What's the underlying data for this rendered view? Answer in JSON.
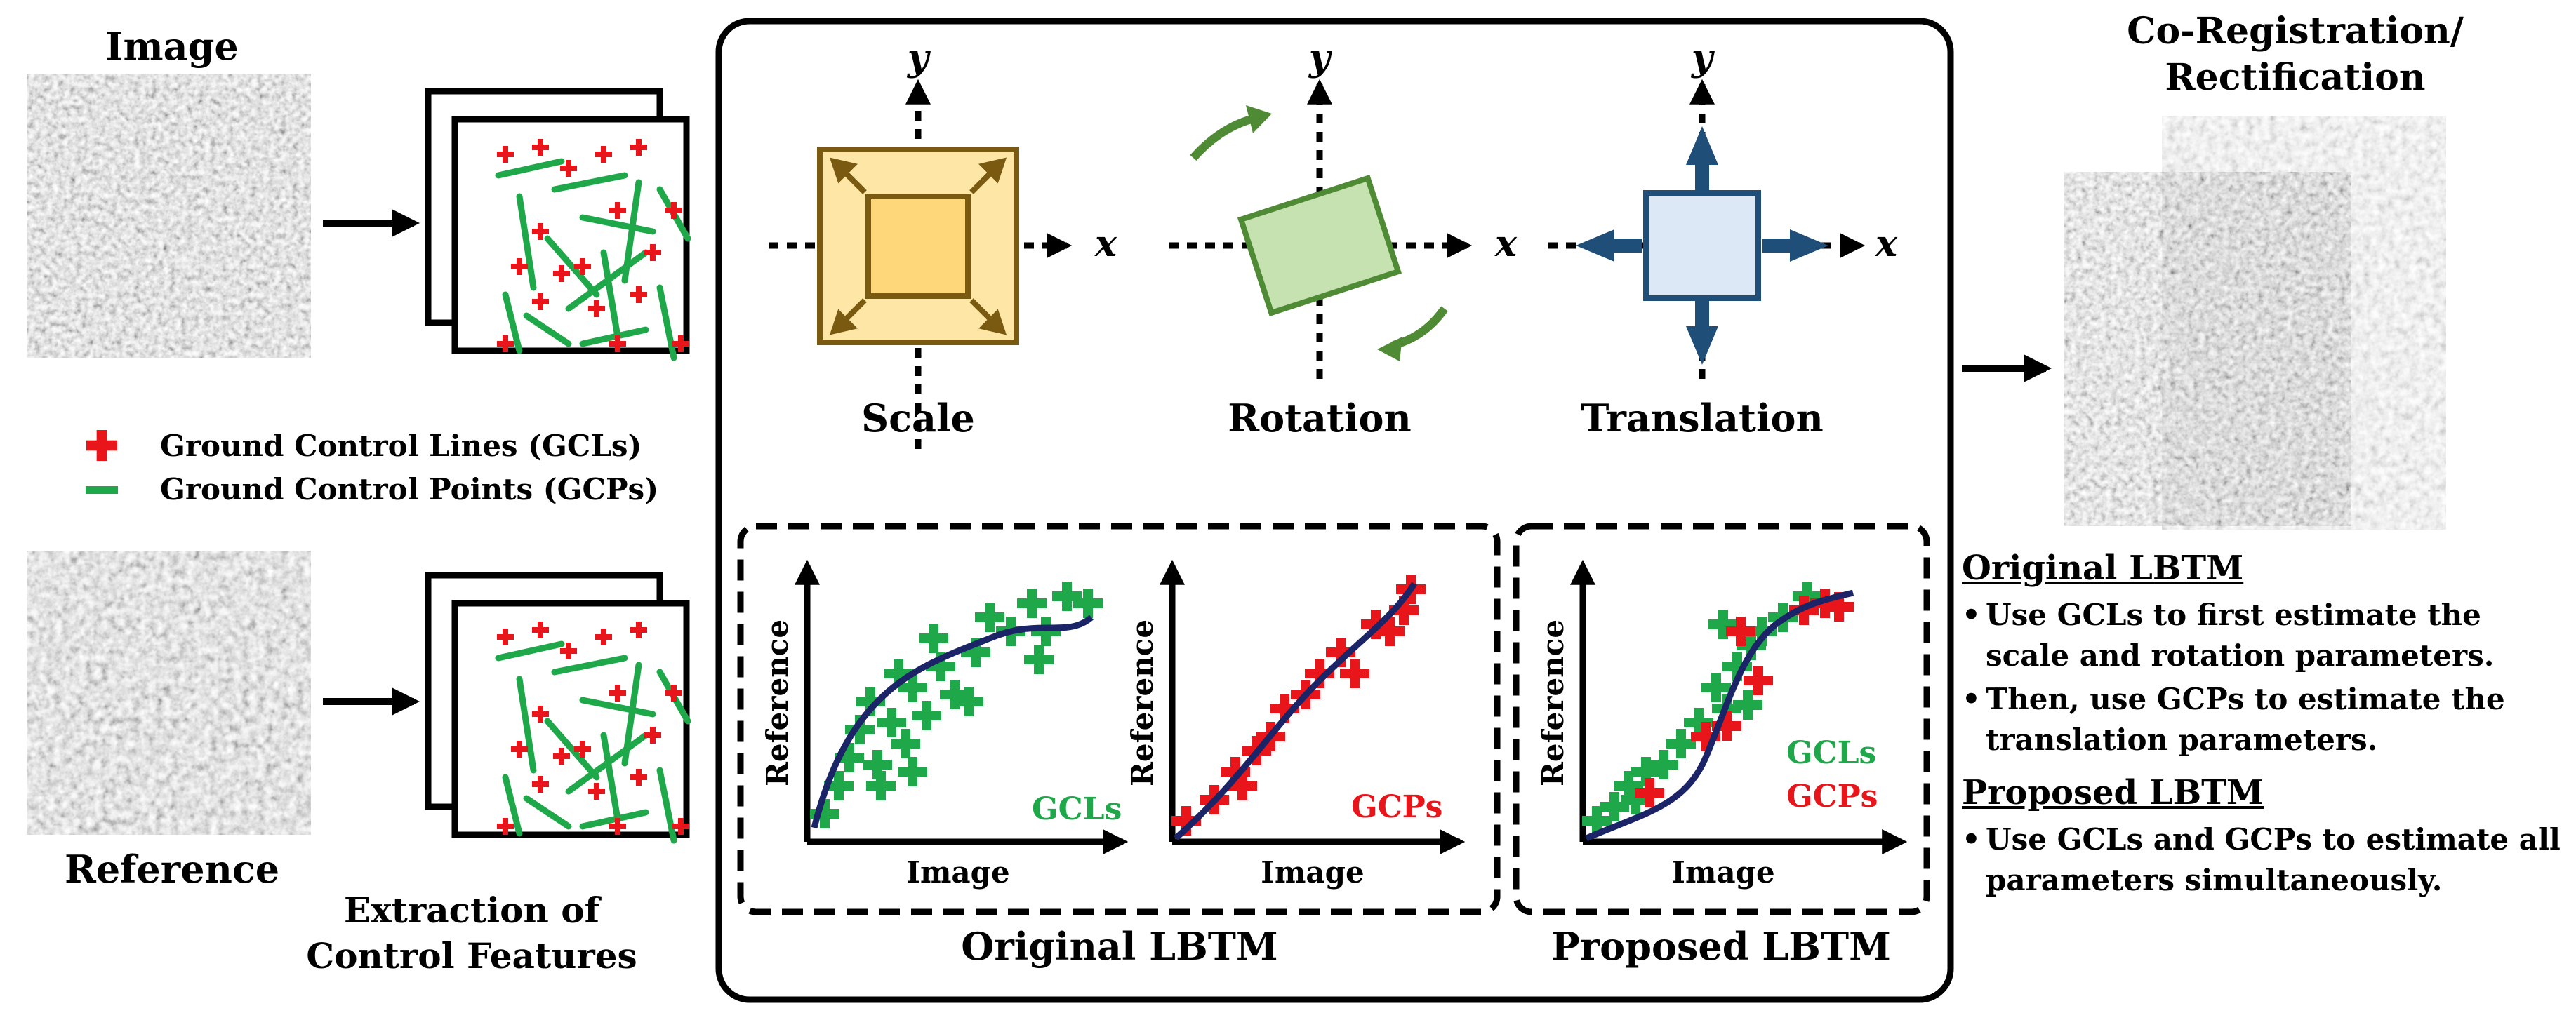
{
  "left": {
    "image_label": "Image",
    "reference_label": "Reference",
    "extraction_label_line1": "Extraction of",
    "extraction_label_line2": "Control Features"
  },
  "legend": {
    "item1": "Ground Control Lines (GCLs)",
    "item2": "Ground Control Points (GCPs)",
    "item1_color": "#e8151b",
    "item2_color": "#1ea84a"
  },
  "transforms": {
    "axis_x": "x",
    "axis_y": "y",
    "scale": "Scale",
    "rotation": "Rotation",
    "translation": "Translation"
  },
  "plots": {
    "axis_x_label": "Image",
    "axis_y_label": "Reference",
    "gcls": "GCLs",
    "gcps": "GCPs",
    "original_group": "Original LBTM",
    "proposed_group": "Proposed LBTM"
  },
  "output": {
    "title_line1": "Co-Registration/",
    "title_line2": "Rectification"
  },
  "notes": {
    "original_title": "Original LBTM",
    "original_items": [
      "Use GCLs to first estimate the scale and rotation parameters.",
      "Then, use GCPs to estimate the translation parameters."
    ],
    "proposed_title": "Proposed LBTM",
    "proposed_items": [
      "Use GCLs and GCPs to estimate all parameters simultaneously."
    ]
  },
  "colors": {
    "green": "#1ea84a",
    "red": "#e8151b",
    "navy": "#1a2466",
    "scale_fill": "#fde6a6",
    "scale_stroke": "#7a5a10",
    "rotation_fill": "#c5e2b0",
    "rotation_stroke": "#4f8a35",
    "translation_fill": "#dce8f6",
    "translation_stroke": "#1f4e79"
  }
}
